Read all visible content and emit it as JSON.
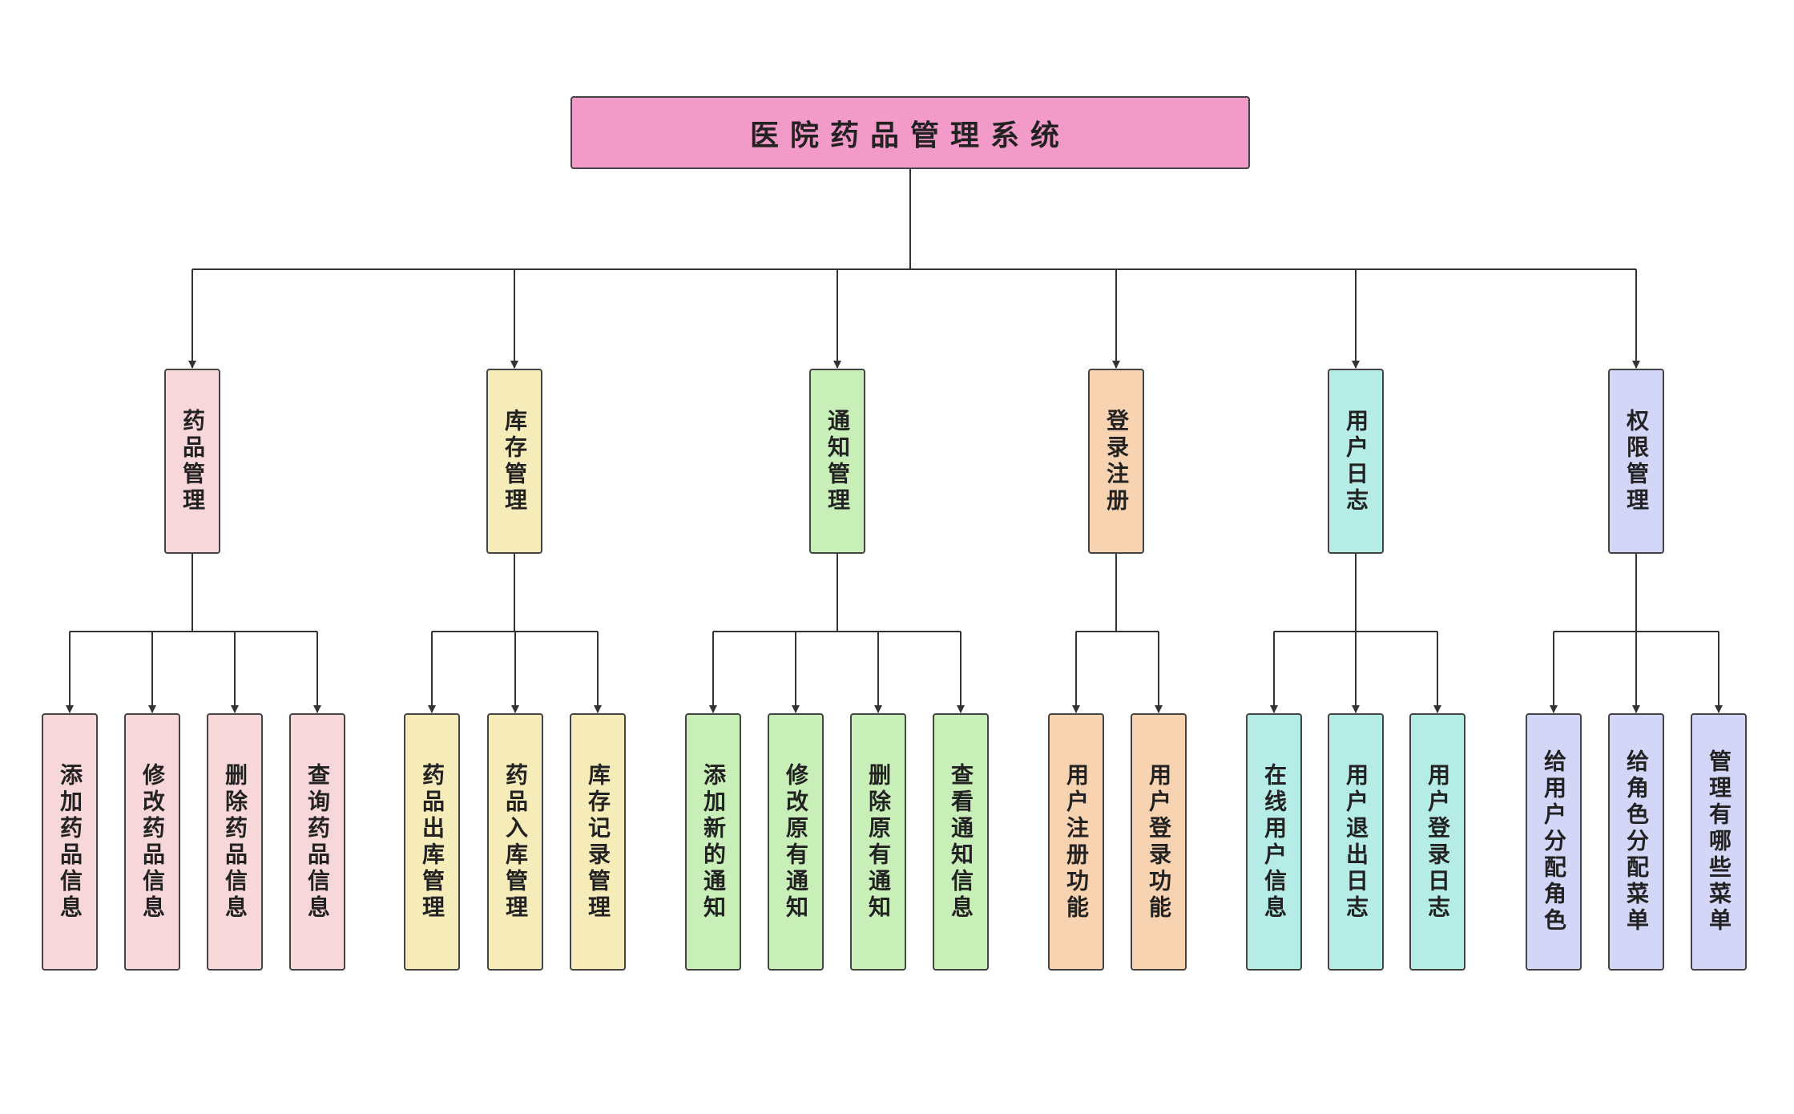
{
  "root": {
    "label": "医院药品管理系统",
    "color": "#f29ac8"
  },
  "modules": [
    {
      "id": "m1",
      "label": "药品管理",
      "color": "#f8d7da",
      "children": [
        "添加药品信息",
        "修改药品信息",
        "删除药品信息",
        "查询药品信息"
      ]
    },
    {
      "id": "m2",
      "label": "库存管理",
      "color": "#f6ecb9",
      "children": [
        "药品出库管理",
        "药品入库管理",
        "库存记录管理"
      ]
    },
    {
      "id": "m3",
      "label": "通知管理",
      "color": "#c9efb8",
      "children": [
        "添加新的通知",
        "修改原有通知",
        "删除原有通知",
        "查看通知信息"
      ]
    },
    {
      "id": "m4",
      "label": "登录注册",
      "color": "#f8d3b1",
      "children": [
        "用户注册功能",
        "用户登录功能"
      ]
    },
    {
      "id": "m5",
      "label": "用户日志",
      "color": "#b6ece6",
      "children": [
        "在线用户信息",
        "用户退出日志",
        "用户登录日志"
      ]
    },
    {
      "id": "m6",
      "label": "权限管理",
      "color": "#d4d6f8",
      "children": [
        "给用户分配角色",
        "给角色分配菜单",
        "管理有哪些菜单"
      ]
    }
  ]
}
